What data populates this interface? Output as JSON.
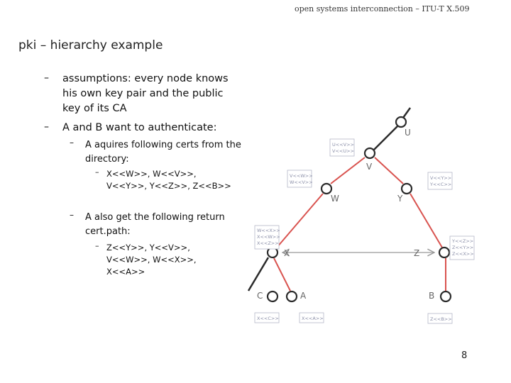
{
  "header": "open systems interconnection – ITU-T X.509",
  "title": "pki – hierarchy example",
  "bullets": {
    "b1": "assumptions: every node knows his own key pair and the public key of its CA",
    "b2": "A and B want to authenticate:",
    "b2_1": "A aquires following certs from the directory:",
    "b2_1_1": "X<<W>>, W<<V>>, V<<Y>>, Y<<Z>>, Z<<B>>",
    "b2_2": "A also get the following return cert.path:",
    "b2_2_1": "Z<<Y>>, Y<<V>>, V<<W>>, W<<X>>, X<<A>>"
  },
  "diagram": {
    "nodes": [
      "U",
      "V",
      "W",
      "Y",
      "X",
      "Z",
      "C",
      "A",
      "B"
    ],
    "certs": {
      "U": [
        "U<<V>>",
        "V<<U>>"
      ],
      "W": [
        "V<<W>>",
        "W<<V>>"
      ],
      "Y": [
        "V<<Y>>",
        "Y<<C>>"
      ],
      "X": [
        "W<<X>>",
        "X<<W>>",
        "X<<Z>>"
      ],
      "Z": [
        "Y<<Z>>",
        "Z<<Y>>",
        "Z<<X>>"
      ],
      "C": [
        "X<<C>>"
      ],
      "A": [
        "X<<A>>"
      ],
      "B": [
        "Z<<B>>"
      ]
    },
    "colors": {
      "red": "#d9534f",
      "dark": "#2b2b2b",
      "cert": "#8b8fa8"
    }
  },
  "page_number": "8"
}
